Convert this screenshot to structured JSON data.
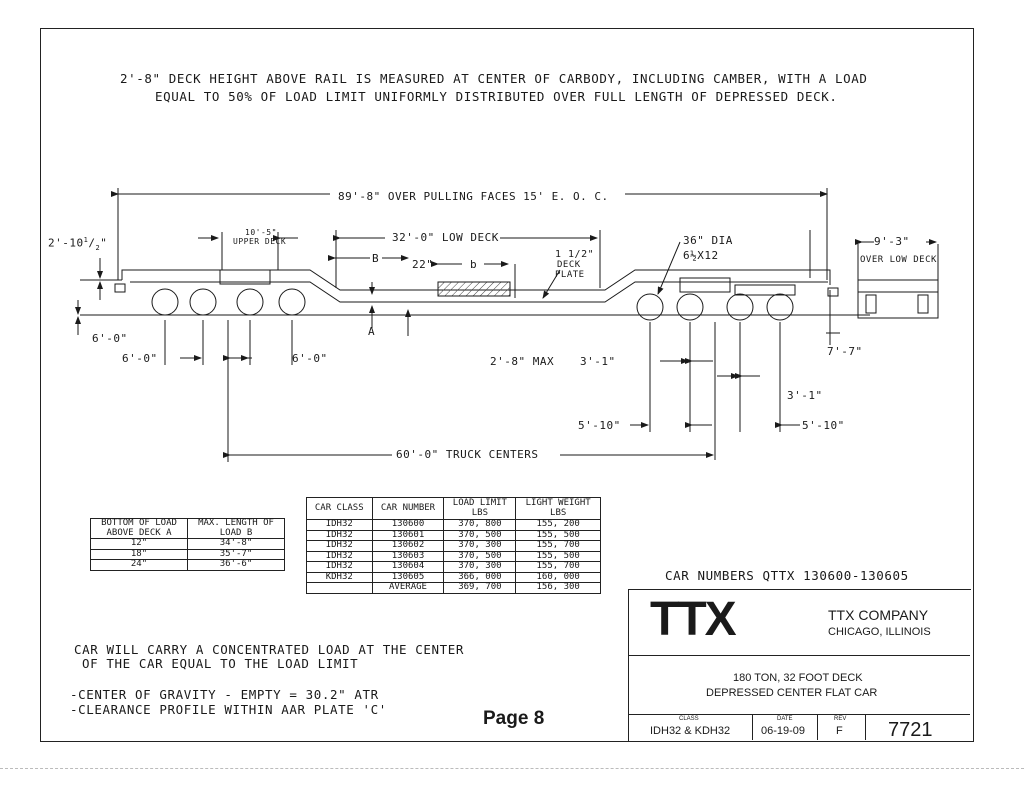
{
  "notes": {
    "deck_height_line1": "2'-8\" DECK HEIGHT ABOVE RAIL IS MEASURED AT CENTER OF CARBODY, INCLUDING CAMBER, WITH A LOAD",
    "deck_height_line2": "EQUAL TO 50% OF LOAD LIMIT UNIFORMLY DISTRIBUTED OVER FULL LENGTH OF DEPRESSED DECK.",
    "concentrated_line1": "CAR WILL CARRY A CONCENTRATED LOAD AT THE CENTER",
    "concentrated_line2": "OF THE CAR EQUAL TO THE LOAD LIMIT",
    "cog": "-CENTER OF GRAVITY - EMPTY = 30.2\" ATR",
    "clearance": "-CLEARANCE PROFILE WITHIN AAR PLATE 'C'"
  },
  "dims": {
    "over_pulling": "89'-8\" OVER PULLING FACES 15' E. O. C.",
    "low_deck": "32'-0\" LOW DECK",
    "upper_deck": "10'-5\"\nUPPER DECK",
    "upper_deck_1": "10'-5\"",
    "upper_deck_2": "UPPER DECK",
    "left_height": "2'-10",
    "left_height_frac_n": "1",
    "left_height_frac_d": "2",
    "left_height_tail": "\"",
    "dim_b": "B",
    "dim_22": "22\"",
    "dim_b_lower": "b",
    "deck_plate_1": "1 1/2\"",
    "deck_plate_2": "DECK",
    "deck_plate_3": "PLATE",
    "wheel_dia": "36\" DIA",
    "axle": "6½X12",
    "over_low_deck_dim": "9'-3\"",
    "over_low_deck": "OVER LOW DECK",
    "six_zero": "6'-0\"",
    "dim_a": "A",
    "six_zero_l": "6'-0\"",
    "six_zero_r": "6'-0\"",
    "max_height": "2'-8\" MAX",
    "three_one_l": "3'-1\"",
    "three_one_r": "3'-1\"",
    "seven_seven": "7'-7\"",
    "five_ten_l": "5'-10\"",
    "five_ten_r": "5'-10\"",
    "truck_centers": "60'-0\" TRUCK CENTERS"
  },
  "load_table": {
    "headers": [
      [
        "BOTTOM OF LOAD",
        "ABOVE DECK A"
      ],
      [
        "MAX. LENGTH OF",
        "LOAD B"
      ]
    ],
    "rows": [
      [
        "12\"",
        "34'-8\""
      ],
      [
        "18\"",
        "35'-7\""
      ],
      [
        "24\"",
        "36'-6\""
      ]
    ]
  },
  "car_table": {
    "headers": [
      [
        "CAR CLASS",
        ""
      ],
      [
        "CAR NUMBER",
        ""
      ],
      [
        "LOAD LIMIT",
        "LBS"
      ],
      [
        "LIGHT WEIGHT",
        "LBS"
      ]
    ],
    "rows": [
      [
        "IDH32",
        "130600",
        "370, 800",
        "155, 200"
      ],
      [
        "IDH32",
        "130601",
        "370, 500",
        "155, 500"
      ],
      [
        "IDH32",
        "130602",
        "370, 300",
        "155, 700"
      ],
      [
        "IDH32",
        "130603",
        "370, 500",
        "155, 500"
      ],
      [
        "IDH32",
        "130604",
        "370, 300",
        "155, 700"
      ],
      [
        "KDH32",
        "130605",
        "366, 000",
        "160, 000"
      ],
      [
        "",
        "AVERAGE",
        "369, 700",
        "156, 300"
      ]
    ]
  },
  "title_block": {
    "car_numbers": "CAR NUMBERS QTTX 130600-130605",
    "logo": "TTX",
    "company": "TTX COMPANY",
    "city": "CHICAGO, ILLINOIS",
    "desc_line1": "180 TON, 32 FOOT DECK",
    "desc_line2": "DEPRESSED CENTER FLAT CAR",
    "class_label": "CLASS",
    "class_value": "IDH32 & KDH32",
    "date_label": "DATE",
    "date_value": "06-19-09",
    "rev_label": "REV",
    "rev_value": "F",
    "drawing_no": "7721"
  },
  "page_label": "Page 8",
  "colors": {
    "ink": "#1a1a1a",
    "paper": "#ffffff",
    "hatch": "#444444"
  }
}
